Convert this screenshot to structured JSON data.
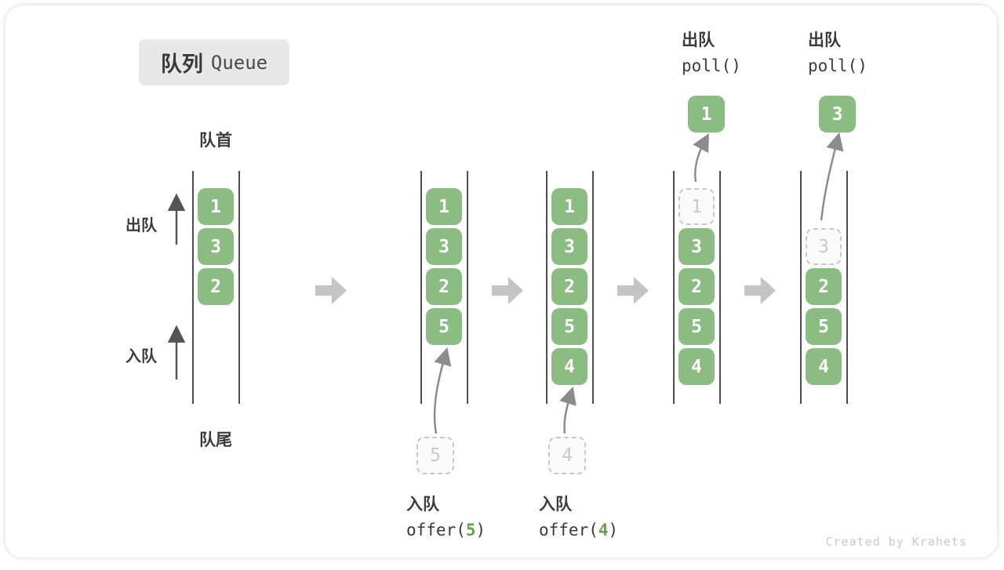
{
  "title": {
    "zh": "队列",
    "en": "Queue"
  },
  "labels": {
    "front": "队首",
    "rear": "队尾",
    "dequeue_side": "出队",
    "enqueue_side": "入队",
    "credit": "Created by Krahets"
  },
  "queues": {
    "q1": {
      "items": [
        "1",
        "3",
        "2"
      ]
    },
    "q2": {
      "items": [
        "1",
        "3",
        "2",
        "5"
      ],
      "incoming": "5"
    },
    "q3": {
      "items": [
        "1",
        "3",
        "2",
        "5",
        "4"
      ],
      "incoming": "4"
    },
    "q4": {
      "ghost": "1",
      "items": [
        "3",
        "2",
        "5",
        "4"
      ],
      "outgoing": "1"
    },
    "q5": {
      "ghost": "3",
      "items": [
        "2",
        "5",
        "4"
      ],
      "outgoing": "3"
    }
  },
  "ops": {
    "enqueue5": {
      "zh": "入队",
      "fn": "offer(",
      "arg": "5",
      "close": ")"
    },
    "enqueue4": {
      "zh": "入队",
      "fn": "offer(",
      "arg": "4",
      "close": ")"
    },
    "poll1": {
      "zh": "出队",
      "code": "poll()"
    },
    "poll2": {
      "zh": "出队",
      "code": "poll()"
    }
  },
  "colors": {
    "box_green": "#8bbd83",
    "code_green": "#61a355",
    "ghost_gray": "#c9c9c9",
    "arrow_gray": "#c4c4c4",
    "text_dark": "#3b3b3b",
    "chip_bg": "#e8e8e8"
  }
}
